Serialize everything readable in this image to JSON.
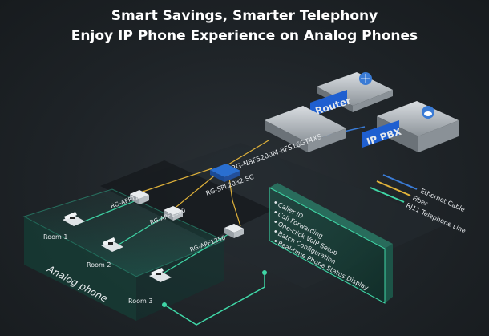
{
  "header": {
    "title_line1": "Smart Savings, Smarter Telephony",
    "title_line2": "Enjoy IP Phone Experience on Analog Phones"
  },
  "devices": {
    "router": "Router",
    "ip_pbx": "IP PBX",
    "switch": "RG-NBF5200M-8FS16GT4XS",
    "splitter": "RG-SPL2032-SC",
    "onu1": "RG-APF1250",
    "onu2": "RG-APF1250",
    "onu3": "RG-APF1250"
  },
  "rooms": [
    "Room 1",
    "Room 2",
    "Room 3"
  ],
  "zone_label": "Analog phone",
  "legend": [
    {
      "label": "Ethernet Cable",
      "color": "#3a7bd5"
    },
    {
      "label": "Fiber",
      "color": "#e0b23a"
    },
    {
      "label": "RJ11 Telephone Line",
      "color": "#3fd6a6"
    }
  ],
  "features": [
    "Caller ID",
    "Call Forwarding",
    "One-click VoIP Setup",
    "Batch Configuration",
    "Real-time Phone Status Display"
  ],
  "icons": {
    "router_badge": "globe-icon",
    "pbx_badge": "cloud-icon"
  }
}
